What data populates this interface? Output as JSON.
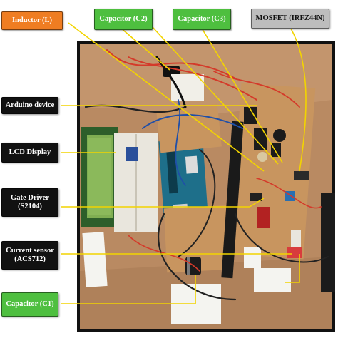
{
  "labels": {
    "inductor": "Inductor (L)",
    "capacitor_c2": "Capacitor (C2)",
    "capacitor_c3": "Capacitor (C3)",
    "mosfet": "MOSFET (IRFZ44N)",
    "arduino": "Arduino device",
    "lcd": "LCD Display",
    "gate_driver_line1": "Gate Driver",
    "gate_driver_line2": "(S2104)",
    "current_sensor_line1": "Current sensor",
    "current_sensor_line2": "(ACS712)",
    "capacitor_c1": "Capacitor (C1)"
  },
  "colors": {
    "pointer_line": "#f2d400",
    "label_orange": "#ef7d22",
    "label_green": "#4ebf3f",
    "label_black": "#111111",
    "label_grey": "#bdbdbd",
    "board_background": "#b98a62",
    "breadboard": "#e9e6dd",
    "arduino_board": "#1e6f8a",
    "lcd_screen": "#7fae52",
    "perfboard": "#c8955f"
  }
}
